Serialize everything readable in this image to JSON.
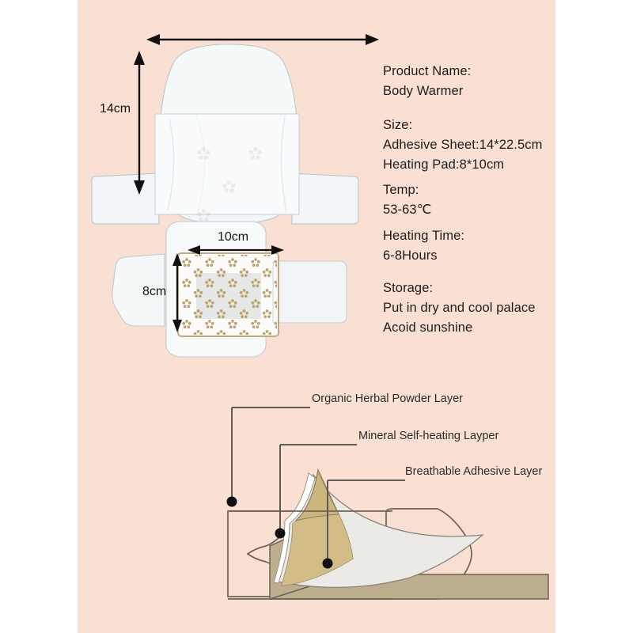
{
  "background": {
    "panel_color": "#f9e0d2",
    "page_color": "#ffffff"
  },
  "specs": {
    "product_name_label": "Product Name:",
    "product_name_value": "Body Warmer",
    "size_label": "Size:",
    "size_value_1": "Adhesive Sheet:14*22.5cm",
    "size_value_2": "Heating Pad:8*10cm",
    "temp_label": "Temp:",
    "temp_value": "53-63℃",
    "heating_time_label": "Heating Time:",
    "heating_time_value": "6-8Hours",
    "storage_label": "Storage:",
    "storage_value_1": "Put in dry and cool palace",
    "storage_value_2": "Acoid sunshine"
  },
  "dimensions": {
    "sheet_height": "14cm",
    "pad_width": "10cm",
    "pad_height": "8cm"
  },
  "layers": [
    {
      "label": "Organic Herbal Powder Layer",
      "color": "#d3bd86"
    },
    {
      "label": "Mineral Self-heating Layper",
      "color": "#e9e8e5"
    },
    {
      "label": "Breathable Adhesive Layer",
      "color": "#bcae8e"
    }
  ],
  "illustration": {
    "sheet_white": "#f4f7f8",
    "sheet_outline": "#b9c4c8",
    "pad_border": "#c3ab7f",
    "pad_fill": "#fbfbfa",
    "pad_inner": "#e2e4e3",
    "flower_color": "#bda269",
    "arrow_color": "#111111",
    "leader_color": "#5f5a53",
    "outline_color": "#6b6355"
  }
}
